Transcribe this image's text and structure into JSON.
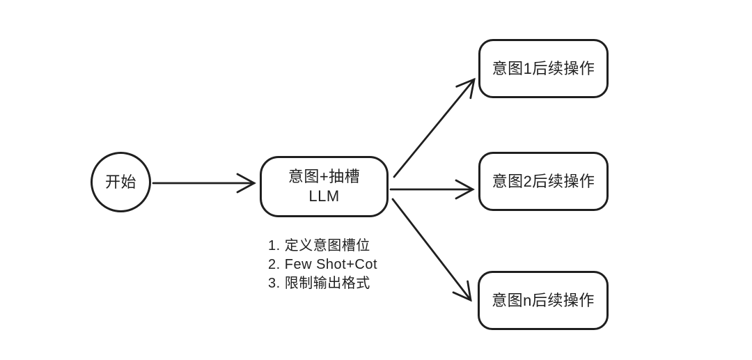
{
  "diagram": {
    "type": "flowchart",
    "colors": {
      "background": "#ffffff",
      "stroke": "#1f1f1f",
      "text": "#1f1f1f"
    },
    "nodes": {
      "start": {
        "shape": "circle",
        "label": "开始"
      },
      "llm": {
        "shape": "rounded-rect",
        "lines": [
          "意图+抽槽",
          "LLM"
        ]
      },
      "intent1": {
        "shape": "rounded-rect",
        "label": "意图1后续操作"
      },
      "intent2": {
        "shape": "rounded-rect",
        "label": "意图2后续操作"
      },
      "intent_n": {
        "shape": "rounded-rect",
        "label": "意图n后续操作"
      }
    },
    "notes": {
      "items": [
        "1. 定义意图槽位",
        "2. Few Shot+Cot",
        "3. 限制输出格式"
      ]
    },
    "edges": [
      {
        "from": "start",
        "to": "llm"
      },
      {
        "from": "llm",
        "to": "intent1"
      },
      {
        "from": "llm",
        "to": "intent2"
      },
      {
        "from": "llm",
        "to": "intent_n"
      }
    ]
  }
}
